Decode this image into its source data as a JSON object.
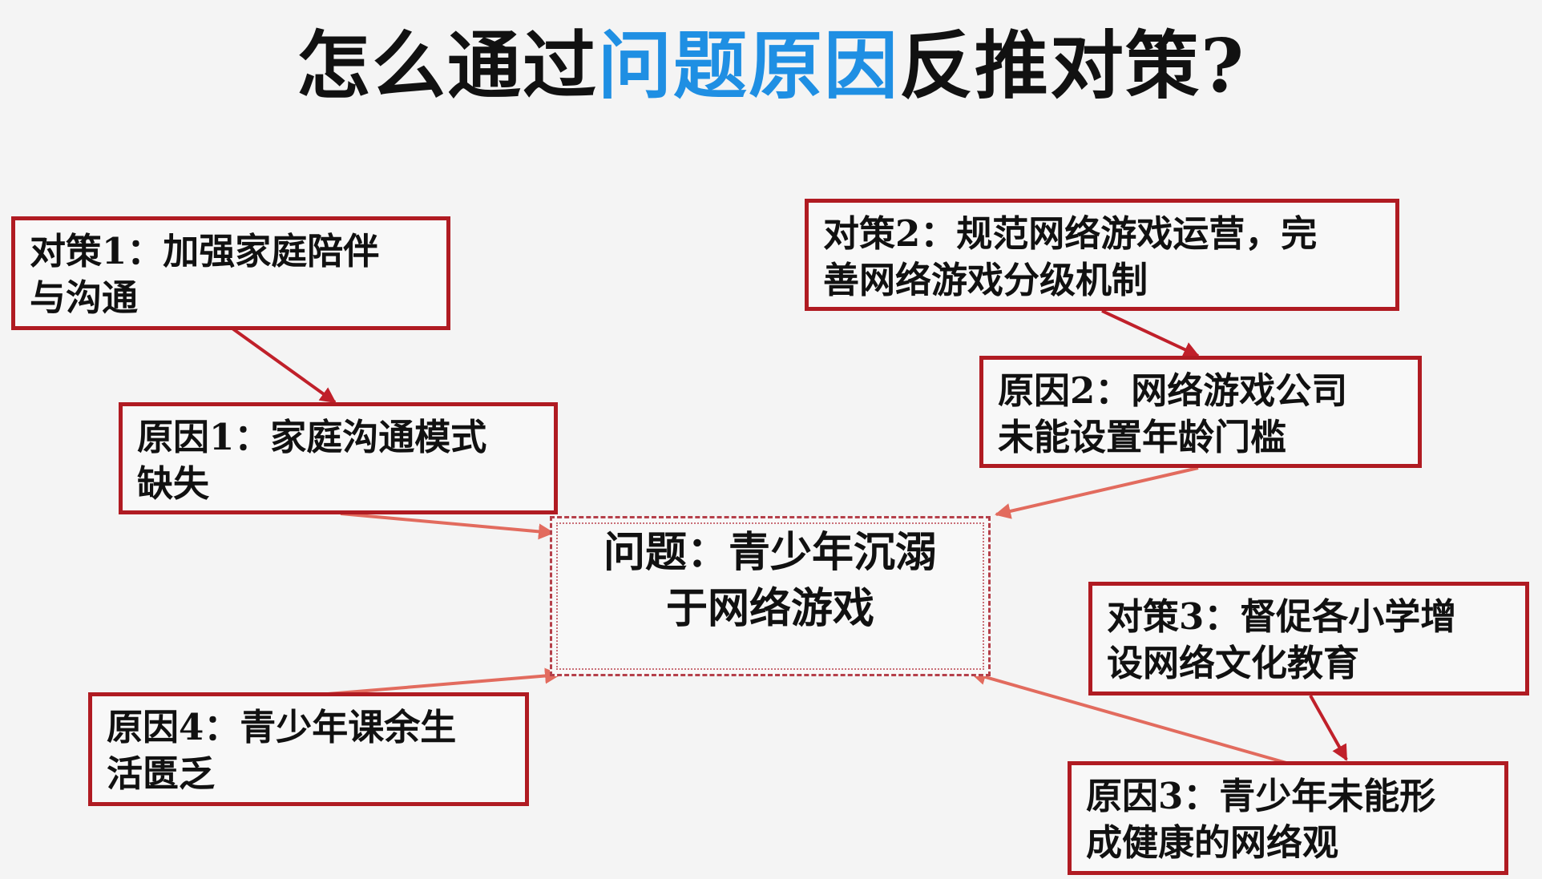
{
  "title": {
    "prefix": "怎么通过",
    "highlight": "问题原因",
    "suffix": "反推对策?"
  },
  "problem": "问题：青少年沉溺\n于网络游戏",
  "countermeasures": [
    "对策1：加强家庭陪伴\n与沟通",
    "对策2：规范网络游戏运营，完\n善网络游戏分级机制",
    "对策3：督促各小学增\n设网络文化教育"
  ],
  "causes": [
    "原因1：家庭沟通模式\n缺失",
    "原因2：网络游戏公司\n未能设置年龄门槛",
    "原因3：青少年未能形\n成健康的网络观",
    "原因4：青少年课余生\n活匮乏"
  ],
  "colors": {
    "highlight": "#1f8fe3",
    "box_border": "#b01b22",
    "arrow_dark": "#c0202a",
    "arrow_light": "#e26b5e"
  }
}
